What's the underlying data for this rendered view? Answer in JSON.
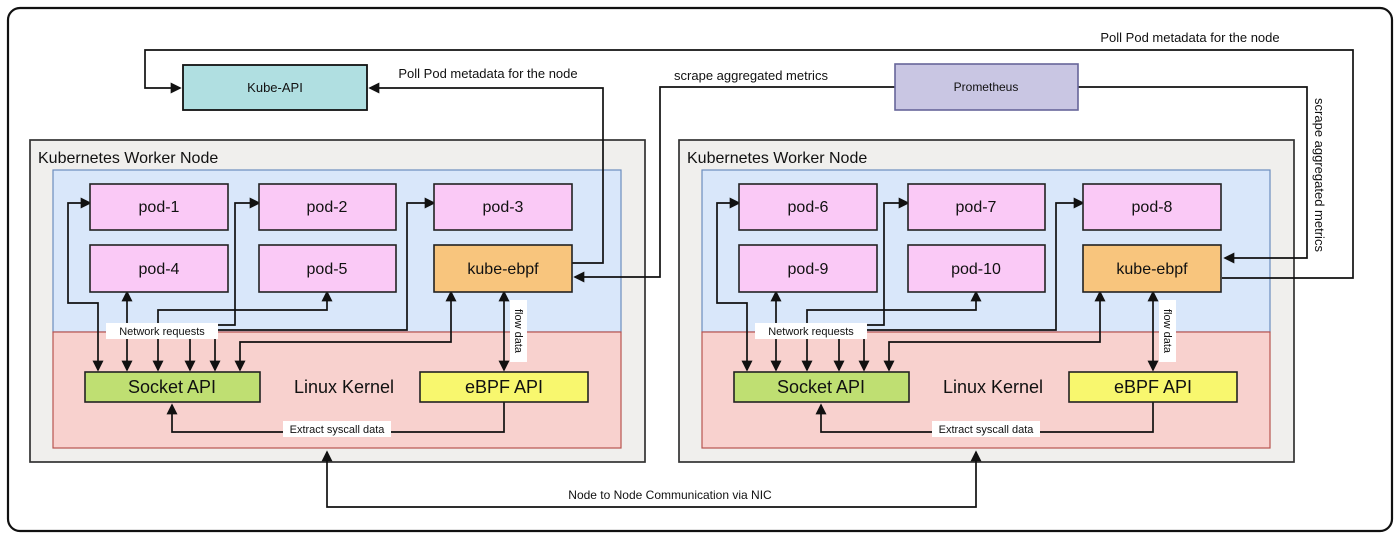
{
  "header": {
    "kube_api": "Kube-API",
    "prometheus": "Prometheus",
    "poll_left": "Poll Pod metadata for the node",
    "poll_right": "Poll Pod metadata for the node",
    "scrape_left": "scrape aggregated metrics",
    "scrape_right": "scrape aggregated metrics",
    "node_to_node": "Node to Node Communication via NIC"
  },
  "colors": {
    "kube_api_fill": "#b0dfe1",
    "prometheus_fill": "#c9c6e3",
    "pod_fill": "#fac9f6",
    "agent_fill": "#f8c57d",
    "socket_fill": "#bfdf72",
    "ebpf_fill": "#f8f76e",
    "node_fill": "#f0efed",
    "pods_area_fill": "#d9e7fa",
    "pods_area_border": "#6c8ebf",
    "kernel_area_fill": "#f8d1ce",
    "kernel_area_border": "#b85450"
  },
  "nodes": [
    {
      "title": "Kubernetes Worker Node",
      "pods": [
        "pod-1",
        "pod-2",
        "pod-3",
        "pod-4",
        "pod-5"
      ],
      "agent": "kube-ebpf",
      "socket_api": "Socket API",
      "kernel": "Linux Kernel",
      "ebpf_api": "eBPF API",
      "labels": {
        "network": "Network requests",
        "flow": "flow data",
        "syscall": "Extract syscall data"
      }
    },
    {
      "title": "Kubernetes Worker Node",
      "pods": [
        "pod-6",
        "pod-7",
        "pod-8",
        "pod-9",
        "pod-10"
      ],
      "agent": "kube-ebpf",
      "socket_api": "Socket API",
      "kernel": "Linux Kernel",
      "ebpf_api": "eBPF API",
      "labels": {
        "network": "Network requests",
        "flow": "flow data",
        "syscall": "Extract syscall data"
      }
    }
  ]
}
